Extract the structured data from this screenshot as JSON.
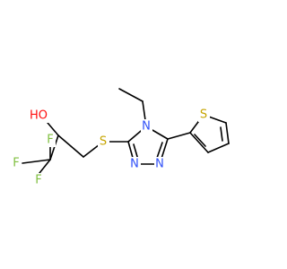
{
  "molecule": {
    "colors": {
      "bond": "#000000",
      "carbon": "#000000",
      "oxygen": "#ff0d0d",
      "nitrogen": "#3050f8",
      "sulfur": "#c6a400",
      "fluorine": "#7fbf3f"
    },
    "atoms": {
      "ho": {
        "label": "HO",
        "element": "O"
      },
      "f_top": {
        "label": "F",
        "element": "F"
      },
      "f_left": {
        "label": "F",
        "element": "F"
      },
      "f_bottom": {
        "label": "F",
        "element": "F"
      },
      "s_thioether": {
        "label": "S",
        "element": "S"
      },
      "n_ring_4": {
        "label": "N",
        "element": "N"
      },
      "n_ring_1": {
        "label": "N",
        "element": "N"
      },
      "n_ring_2": {
        "label": "N",
        "element": "N"
      },
      "s_thiophene": {
        "label": "S",
        "element": "S"
      }
    }
  }
}
